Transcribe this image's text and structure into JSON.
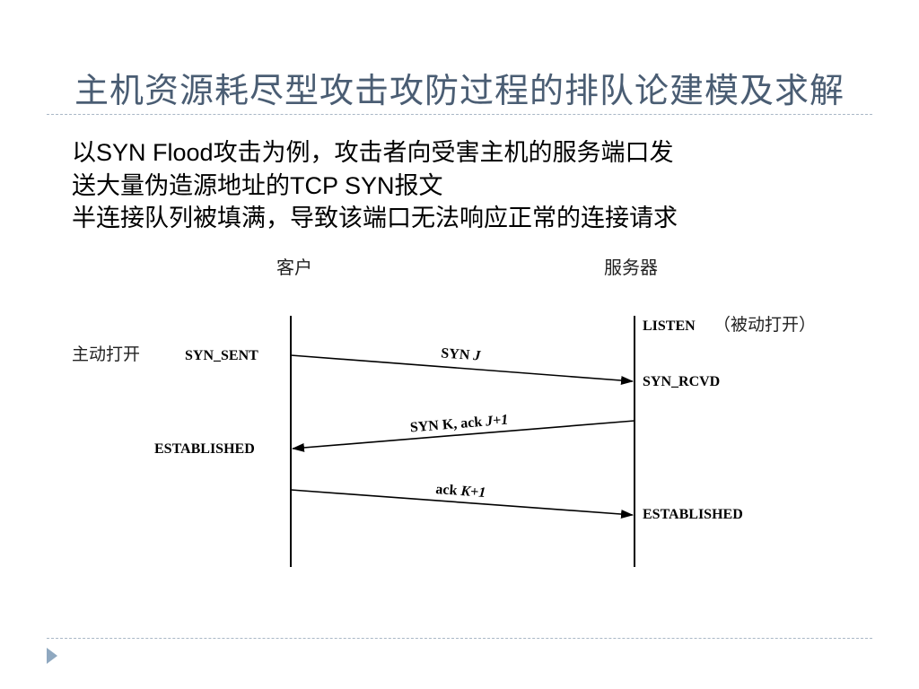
{
  "slide": {
    "title": "主机资源耗尽型攻击攻防过程的排队论建模及求解",
    "bullets": [
      [
        "以",
        "SYN Flood",
        "攻击为例，攻击者向受害主机的服务端口发"
      ],
      [
        "送大量伪造源地址的",
        "TCP SYN",
        "报文"
      ],
      [
        "半连接队列被填满，导致该端口无法响应正常的连接请求"
      ]
    ]
  },
  "diagram": {
    "client_label": "客户",
    "server_label": "服务器",
    "server_state_listen": "LISTEN",
    "server_state_listen_note": "（被动打开）",
    "client_active_open": "主动打开",
    "client_state_syn_sent": "SYN_SENT",
    "server_state_syn_rcvd": "SYN_RCVD",
    "client_state_established": "ESTABLISHED",
    "server_state_established": "ESTABLISHED",
    "msg1_prefix": "SYN ",
    "msg1_var": "J",
    "msg2_prefix": "SYN K, ack ",
    "msg2_var": "J+1",
    "msg3_prefix": "ack ",
    "msg3_var": "K+1"
  }
}
